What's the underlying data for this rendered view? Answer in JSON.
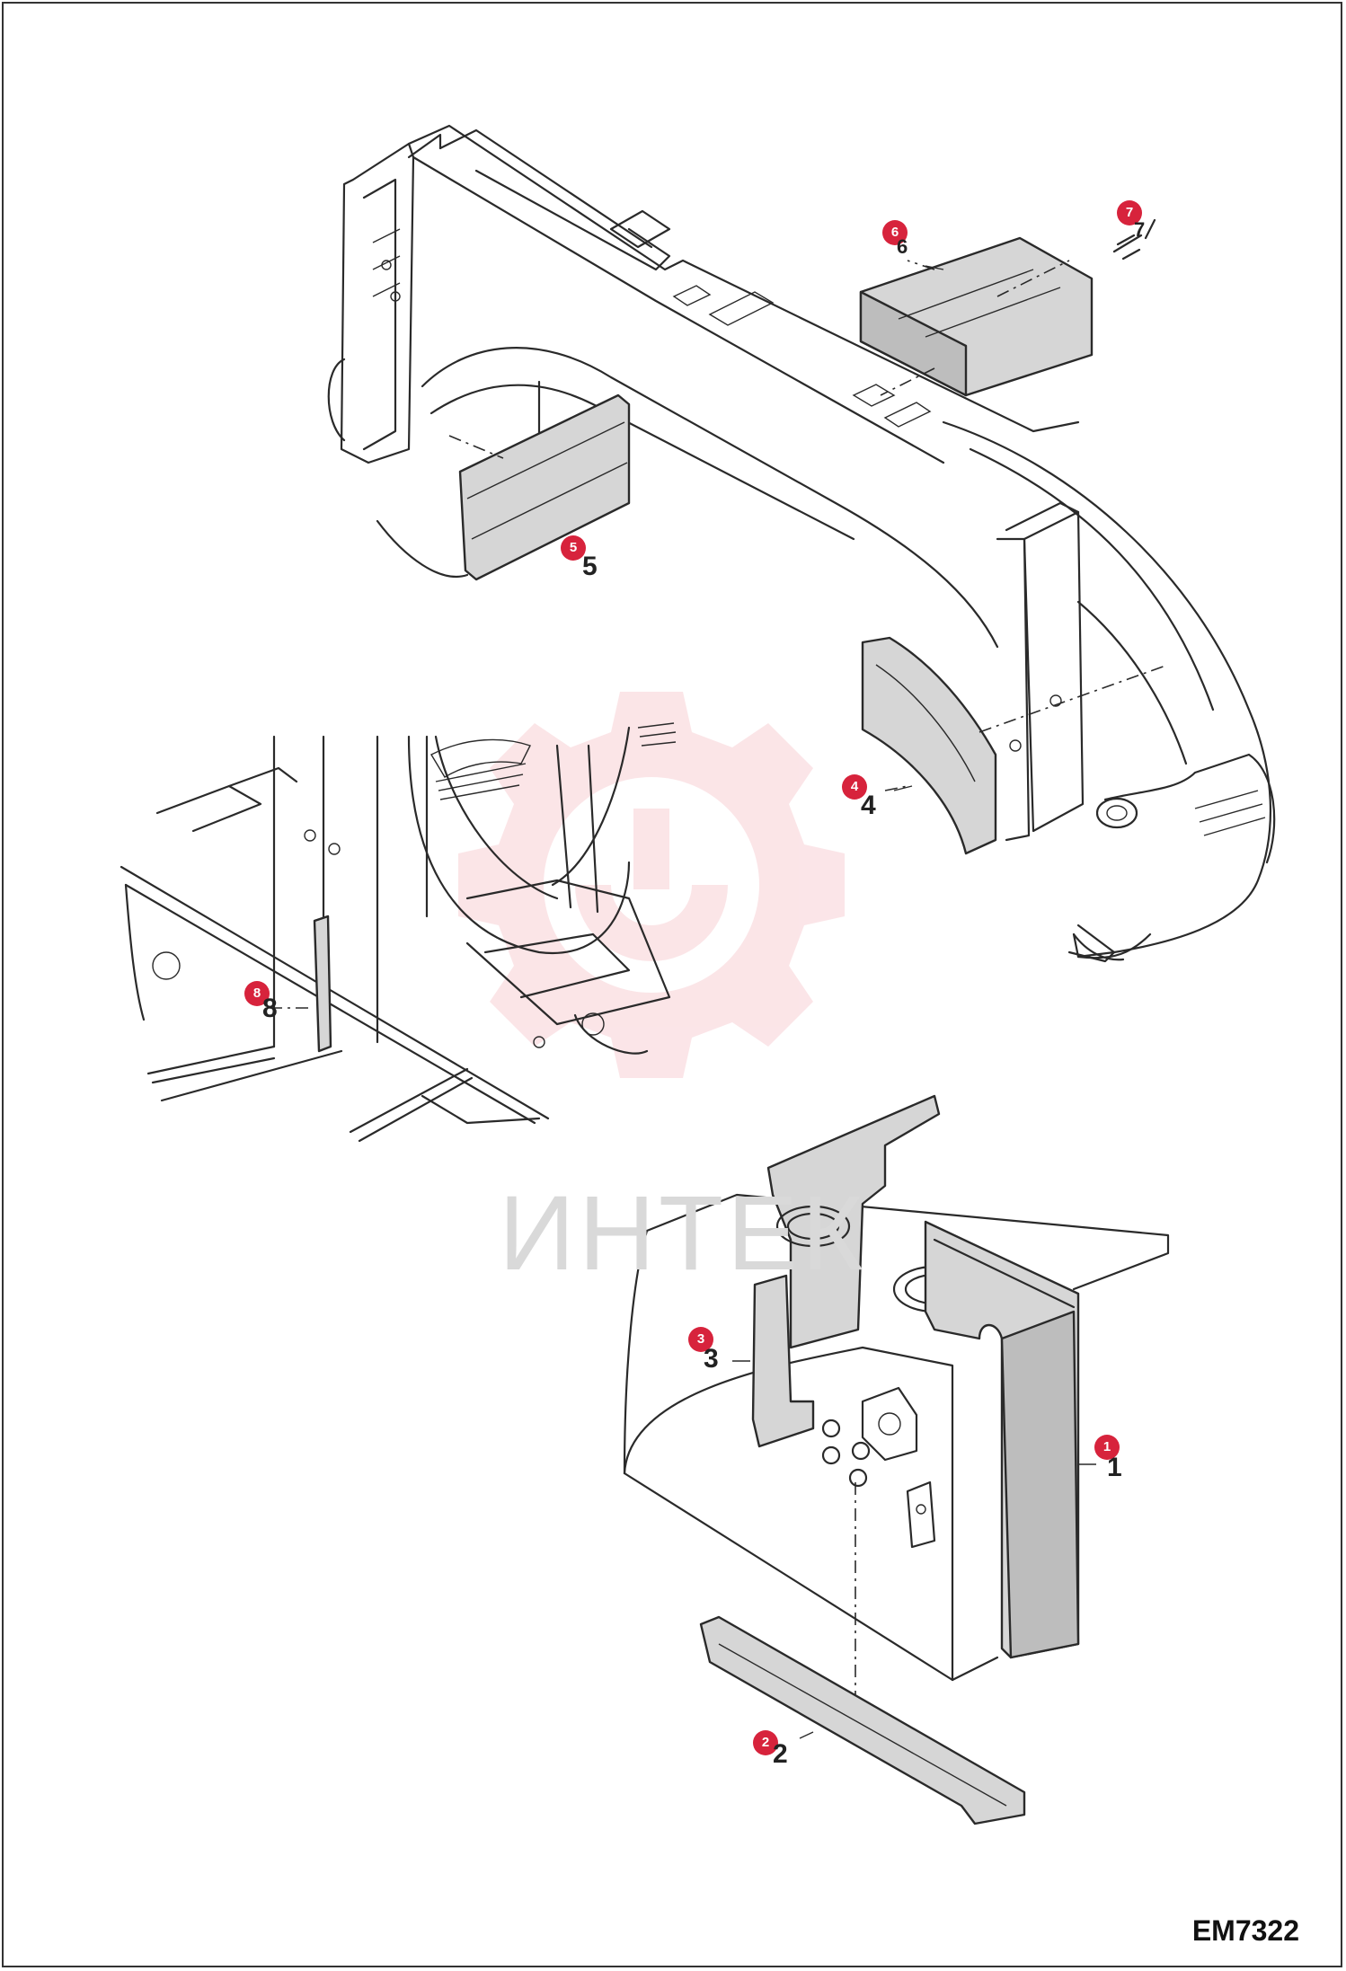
{
  "drawing_code": "EM7322",
  "watermark": {
    "text": "ИНТЕК",
    "color": "#f2b8bf"
  },
  "accent_color": "#d7233c",
  "callouts": [
    {
      "id": "1",
      "label": "1"
    },
    {
      "id": "2",
      "label": "2"
    },
    {
      "id": "3",
      "label": "3"
    },
    {
      "id": "4",
      "label": "4"
    },
    {
      "id": "5",
      "label": "5"
    },
    {
      "id": "6",
      "label": "6"
    },
    {
      "id": "7",
      "label": "7"
    },
    {
      "id": "8",
      "label": "8"
    }
  ],
  "part_numbers": {
    "p1": "1",
    "p2": "2",
    "p3": "3",
    "p4": "4",
    "p5": "5",
    "p6": "6",
    "p7": "7",
    "p8": "8"
  }
}
